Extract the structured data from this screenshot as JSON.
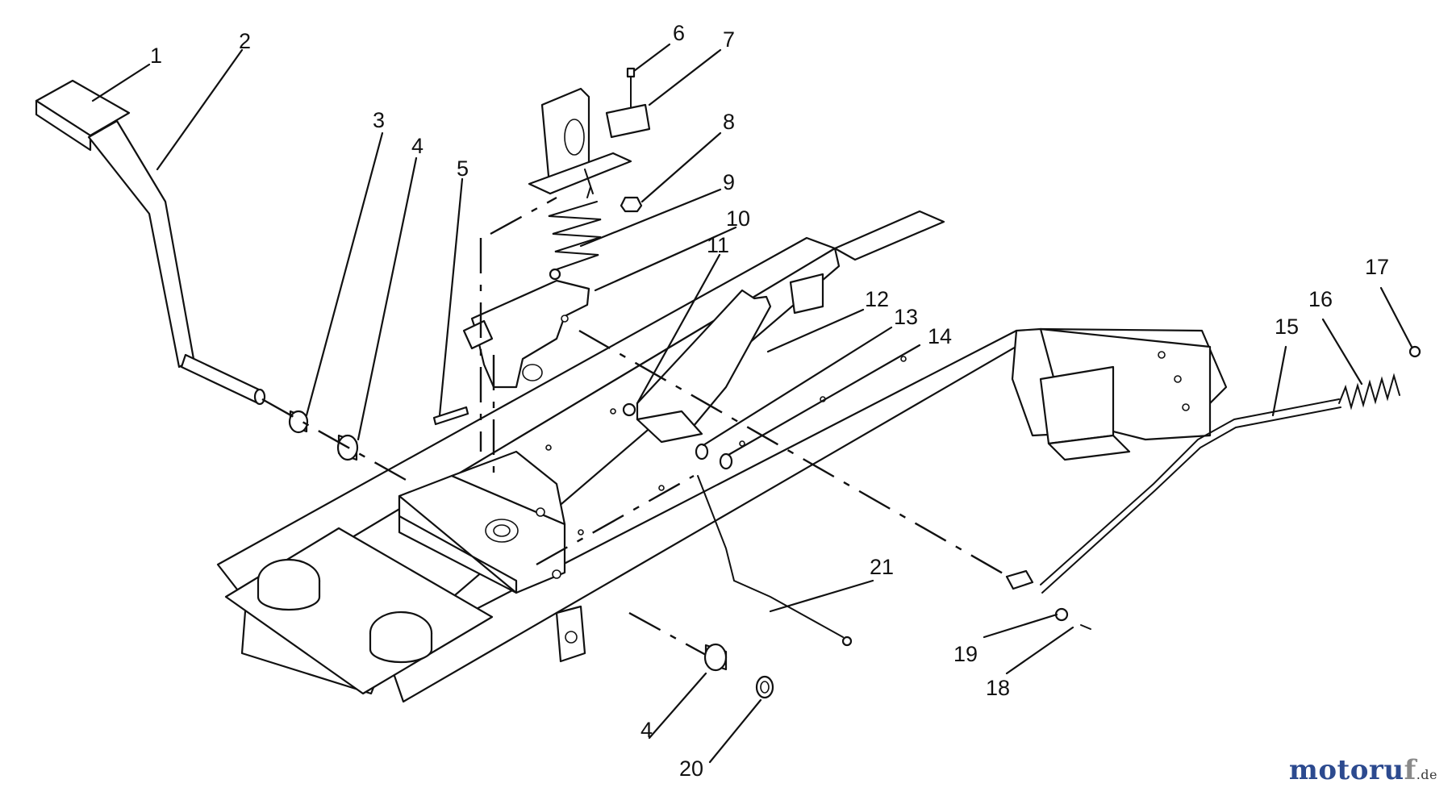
{
  "callouts": [
    "1",
    "2",
    "3",
    "4",
    "5",
    "6",
    "7",
    "8",
    "9",
    "10",
    "11",
    "12",
    "13",
    "14",
    "15",
    "16",
    "17",
    "18",
    "19",
    "20",
    "21",
    "4"
  ],
  "watermark": {
    "main": "motoru",
    "tail": "f",
    "suffix": ".de",
    "colors": {
      "main": "#2c4a8f",
      "tail": "#8a8a8a"
    }
  }
}
